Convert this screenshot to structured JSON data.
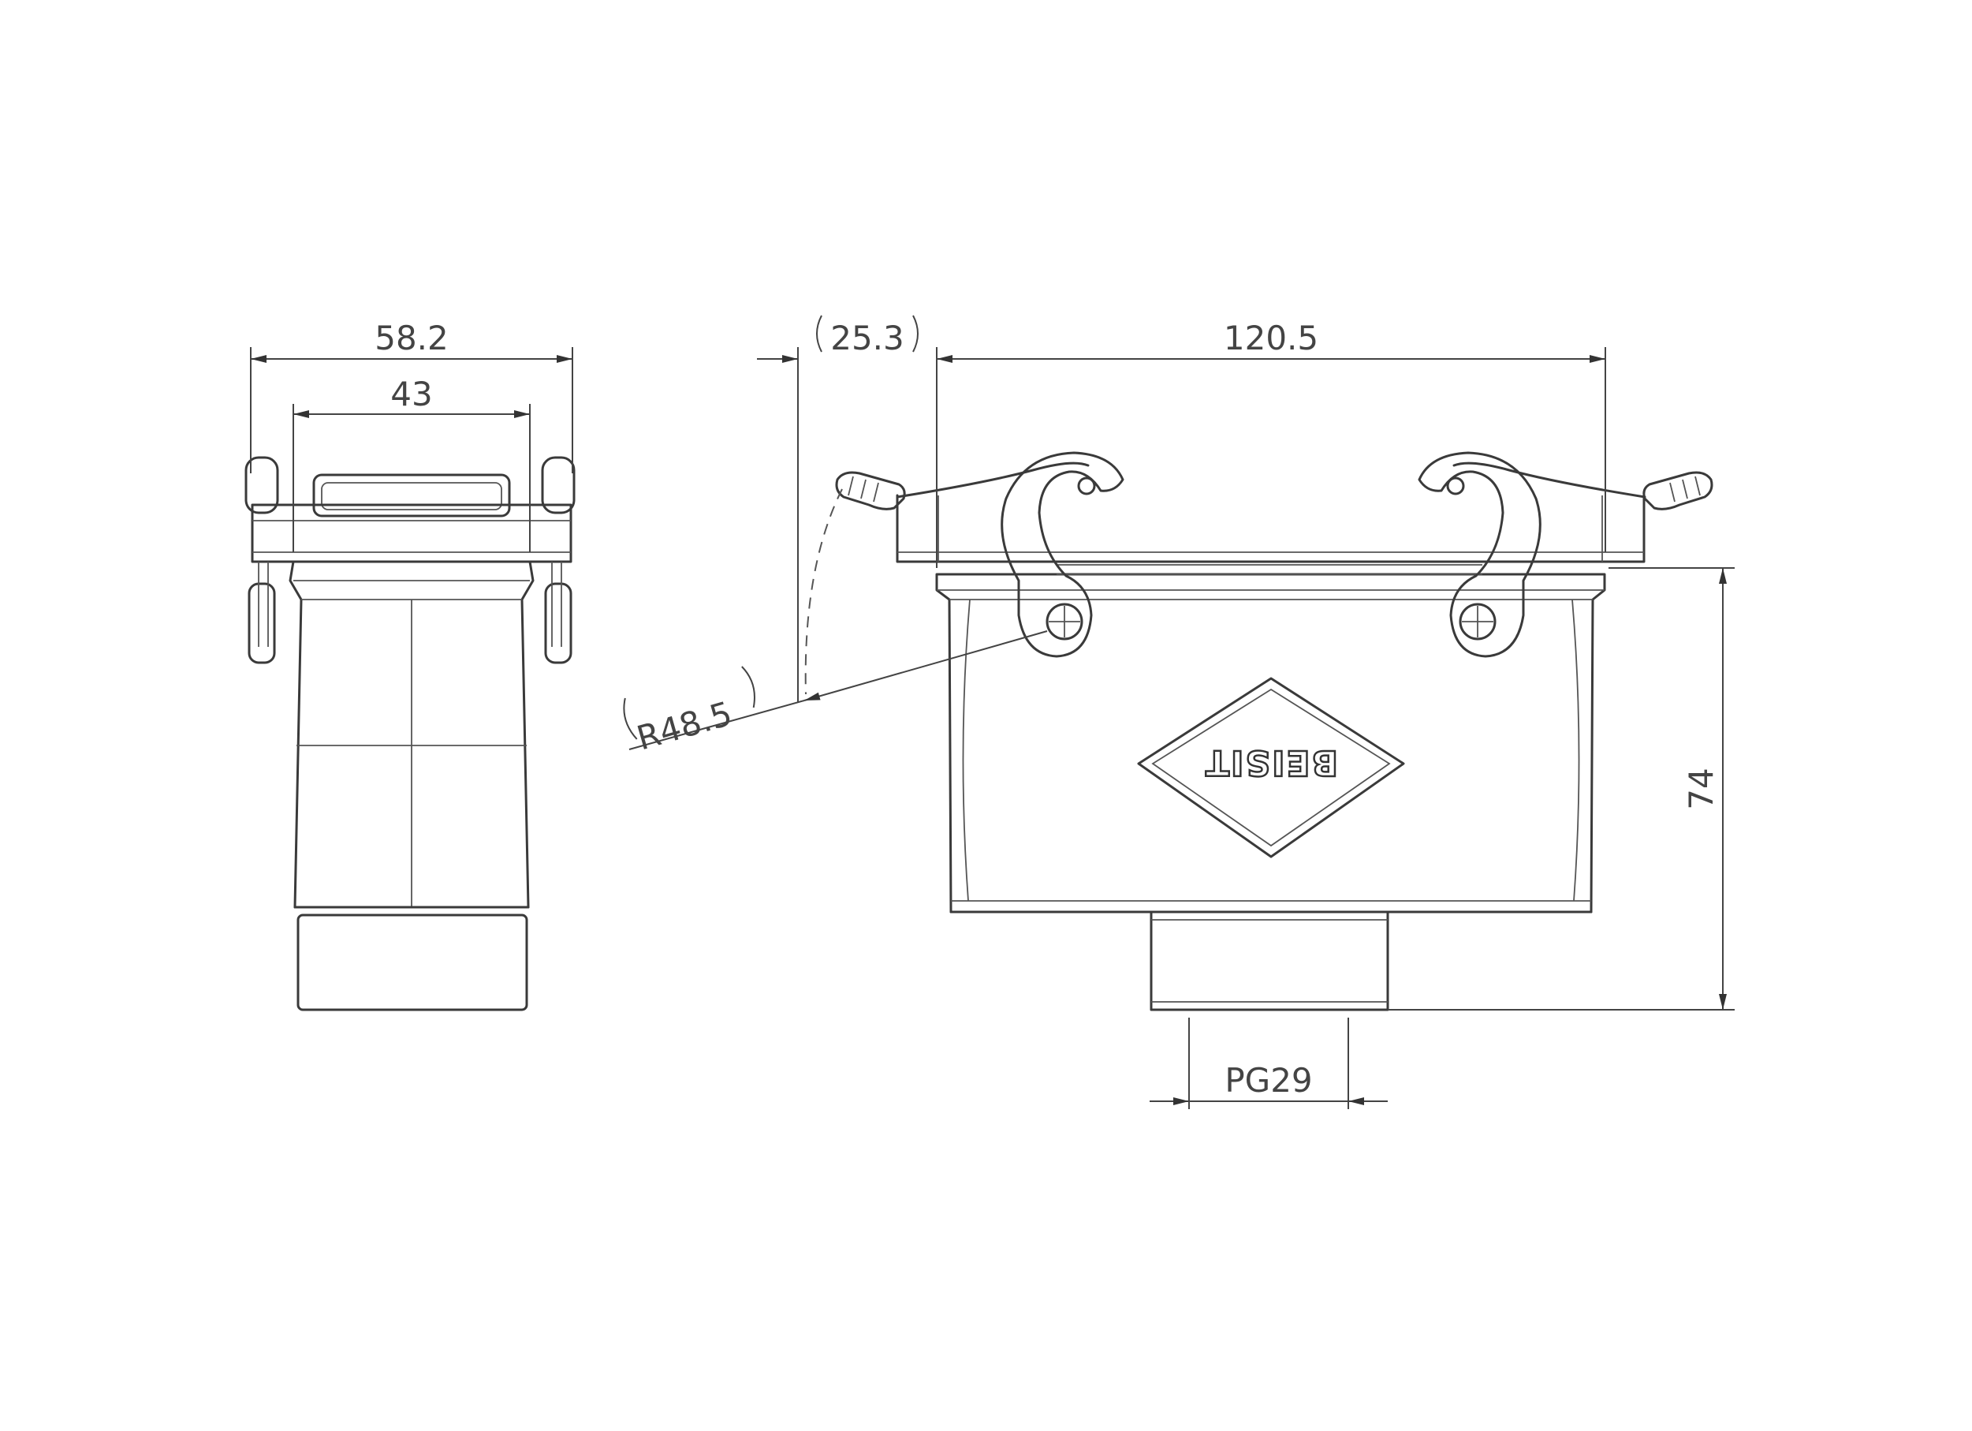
{
  "drawing": {
    "dimensions": {
      "width_overall": "58.2",
      "width_inner": "43",
      "lever_offset": "25.3",
      "length": "120.5",
      "radius": "R48.5",
      "height": "74",
      "thread": "PG29"
    },
    "logo_text": "BEISIT",
    "line_color": "#3a3a3a"
  }
}
